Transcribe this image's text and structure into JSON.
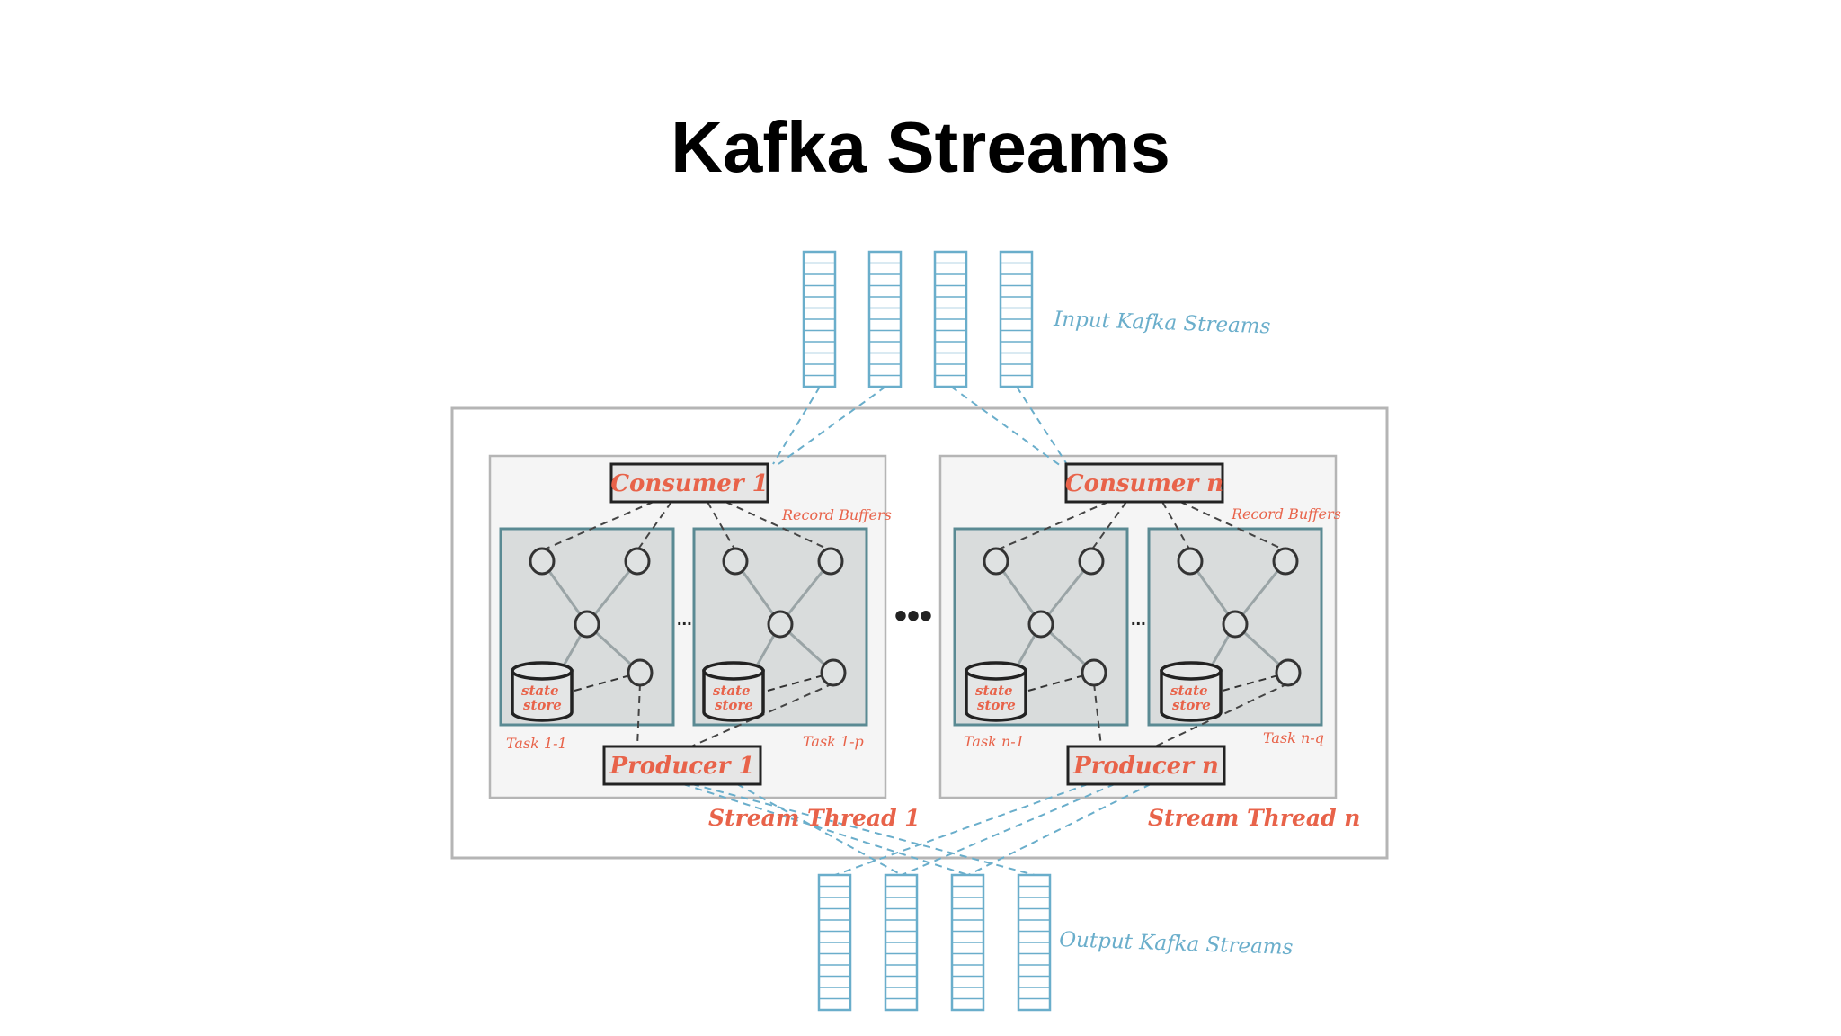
{
  "title": "Kafka Streams",
  "colors": {
    "accent_red": "#e8634a",
    "stream_blue": "#6aaecb",
    "task_teal": "#5a8a93",
    "frame_gray": "#b5b5b5",
    "task_fill": "#d9dcdc",
    "thread_fill": "#f5f5f5"
  },
  "diagram": {
    "input_label": "Input Kafka Streams",
    "output_label": "Output Kafka Streams",
    "ellipsis": "•••",
    "task_gap_marker": "...",
    "threads": [
      {
        "name": "Stream Thread 1",
        "consumer": "Consumer 1",
        "producer": "Producer 1",
        "record_buffers": "Record Buffers",
        "tasks": [
          {
            "label": "Task 1-1",
            "store_line1": "state",
            "store_line2": "store"
          },
          {
            "label": "Task 1-p",
            "store_line1": "state",
            "store_line2": "store"
          }
        ]
      },
      {
        "name": "Stream Thread n",
        "consumer": "Consumer n",
        "producer": "Producer n",
        "record_buffers": "Record Buffers",
        "tasks": [
          {
            "label": "Task n-1",
            "store_line1": "state",
            "store_line2": "store"
          },
          {
            "label": "Task n-q",
            "store_line1": "state",
            "store_line2": "store"
          }
        ]
      }
    ]
  }
}
